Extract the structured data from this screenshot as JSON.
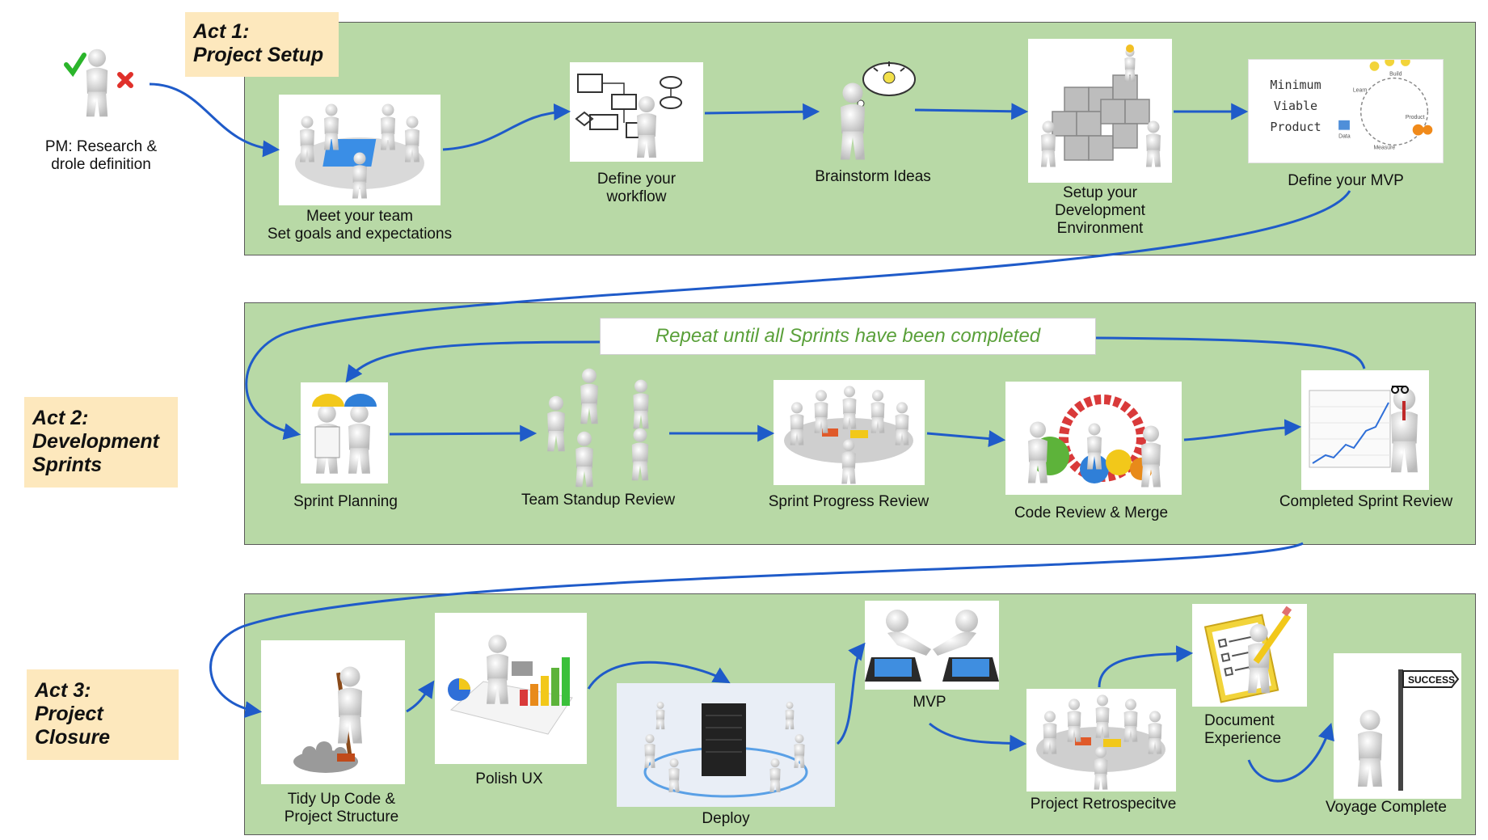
{
  "acts": [
    {
      "line1": "Act 1:",
      "line2": "Project Setup",
      "line3": ""
    },
    {
      "line1": "Act 2:",
      "line2": "Development",
      "line3": "Sprints"
    },
    {
      "line1": "Act 3:",
      "line2": "Project",
      "line3": "Closure"
    }
  ],
  "pm": {
    "line1": "PM: Research &",
    "line2": "drole definition"
  },
  "act1_steps": [
    {
      "line1": "Meet your team",
      "line2": "Set goals and expectations",
      "line3": ""
    },
    {
      "line1": "Define your",
      "line2": "workflow",
      "line3": ""
    },
    {
      "line1": "Brainstorm Ideas",
      "line2": "",
      "line3": ""
    },
    {
      "line1": "Setup your",
      "line2": "Development",
      "line3": "Environment"
    },
    {
      "line1": "Define your MVP",
      "line2": "",
      "line3": ""
    }
  ],
  "mvp_image": {
    "line1": "Minimum",
    "line2": "Viable",
    "line3": "Product",
    "cycle_build": "Build",
    "cycle_product": "Product",
    "cycle_measure": "Measure",
    "cycle_data": "Data",
    "cycle_learn": "Learn"
  },
  "repeat_banner": "Repeat until all Sprints have been completed",
  "act2_steps": [
    {
      "label": "Sprint Planning"
    },
    {
      "label": "Team Standup Review"
    },
    {
      "label": "Sprint Progress Review"
    },
    {
      "label": "Code Review & Merge"
    },
    {
      "label": "Completed Sprint Review"
    }
  ],
  "act3_steps": [
    {
      "line1": "Tidy Up Code &",
      "line2": "Project Structure"
    },
    {
      "line1": "Polish UX",
      "line2": ""
    },
    {
      "line1": "Deploy",
      "line2": ""
    },
    {
      "line1": "MVP",
      "line2": ""
    },
    {
      "line1": "Project Retrospecitve",
      "line2": ""
    },
    {
      "line1": "Document",
      "line2": "Experience"
    },
    {
      "line1": "Voyage Complete",
      "line2": ""
    }
  ],
  "success_sign": "SUCCESS",
  "colors": {
    "panel": "#b8d9a6",
    "act_label": "#fde8bd",
    "arrow": "#1f5bc9",
    "banner_text": "#5aa03a"
  },
  "icons": [
    "person-check-cross-icon",
    "team-meeting-icon",
    "workflow-icon",
    "brainstorm-icon",
    "puzzle-icon",
    "mvp-cycle-icon",
    "hardhat-icon",
    "standup-icon",
    "progress-meeting-icon",
    "gears-icon",
    "growth-chart-icon",
    "broom-icon",
    "ux-chart-icon",
    "server-network-icon",
    "handshake-icon",
    "retro-meeting-icon",
    "checklist-icon",
    "success-sign-icon"
  ]
}
